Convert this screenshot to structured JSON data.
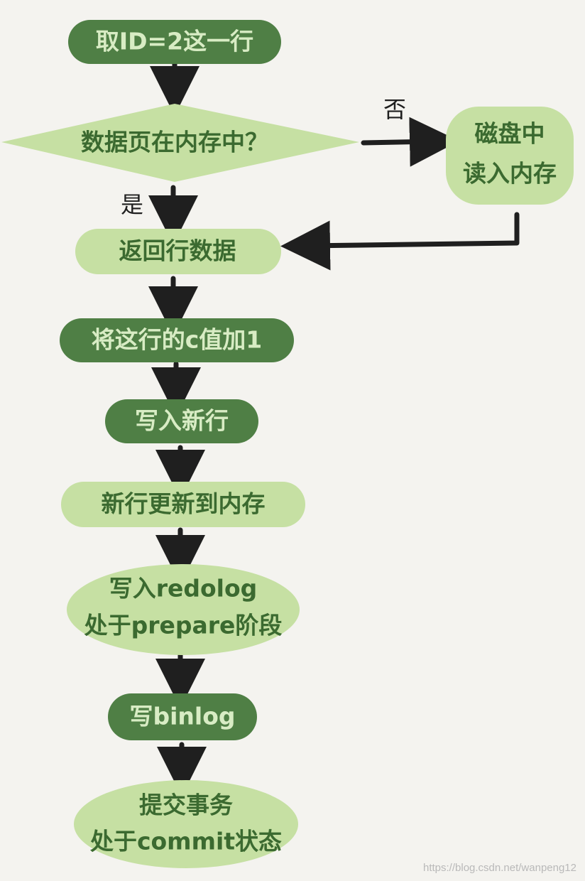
{
  "colors": {
    "background": "#f4f3ef",
    "dark_node_fill": "#4f7f45",
    "dark_node_text": "#d8ecc4",
    "light_node_fill": "#c6e0a3",
    "light_node_text": "#3b6a30",
    "arrow": "#1f1f1f"
  },
  "nodes": {
    "fetch_row": "取ID=2这一行",
    "in_memory_question": "数据页在内存中？",
    "disk_read": [
      "磁盘中",
      "读入内存"
    ],
    "return_row": "返回行数据",
    "add_one": "将这行的c值加1",
    "write_new_row": "写入新行",
    "update_memory": "新行更新到内存",
    "write_redolog": [
      "写入redolog",
      "处于prepare阶段"
    ],
    "write_binlog": "写binlog",
    "commit": [
      "提交事务",
      "处于commit状态"
    ]
  },
  "edge_labels": {
    "no": "否",
    "yes": "是"
  },
  "watermark": "https://blog.csdn.net/wanpeng12"
}
